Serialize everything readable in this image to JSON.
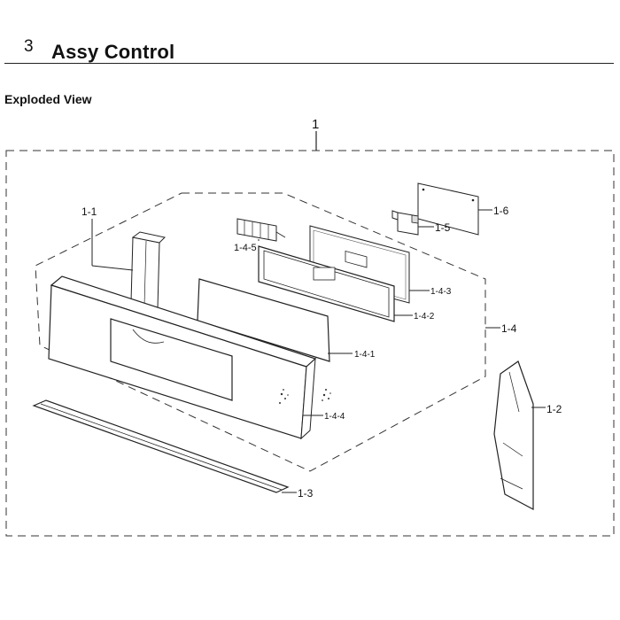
{
  "section": {
    "number": "3",
    "title": "Assy Control"
  },
  "subheading": "Exploded View",
  "labels": {
    "assembly": "1",
    "p1_1": "1-1",
    "p1_2": "1-2",
    "p1_3": "1-3",
    "p1_4": "1-4",
    "p1_4_1": "1-4-1",
    "p1_4_2": "1-4-2",
    "p1_4_3": "1-4-3",
    "p1_4_4": "1-4-4",
    "p1_4_5": "1-4-5",
    "p1_5": "1-5",
    "p1_6": "1-6"
  },
  "colors": {
    "line": "#222222",
    "dash": "#333333"
  }
}
